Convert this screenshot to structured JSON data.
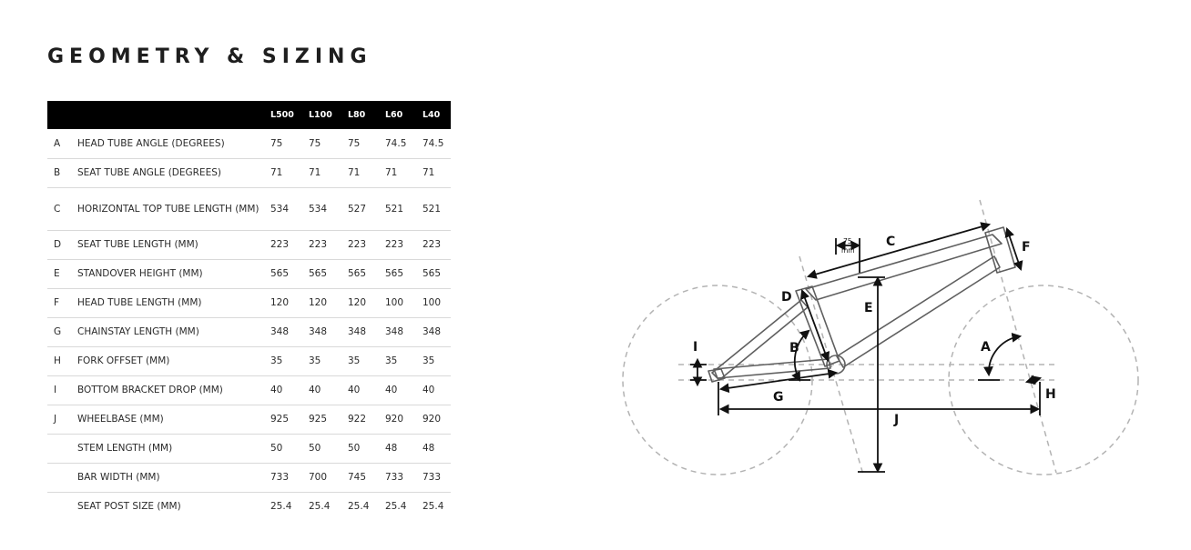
{
  "page": {
    "title": "GEOMETRY & SIZING"
  },
  "table": {
    "columns": [
      "L500",
      "L100",
      "L80",
      "L60",
      "L40"
    ],
    "rows": [
      {
        "letter": "A",
        "label": "HEAD TUBE ANGLE (DEGREES)",
        "values": [
          "75",
          "75",
          "75",
          "74.5",
          "74.5"
        ]
      },
      {
        "letter": "B",
        "label": "SEAT TUBE ANGLE (DEGREES)",
        "values": [
          "71",
          "71",
          "71",
          "71",
          "71"
        ]
      },
      {
        "letter": "C",
        "label": "HORIZONTAL TOP TUBE LENGTH (MM)",
        "values": [
          "534",
          "534",
          "527",
          "521",
          "521"
        ]
      },
      {
        "letter": "D",
        "label": "SEAT TUBE LENGTH (MM)",
        "values": [
          "223",
          "223",
          "223",
          "223",
          "223"
        ]
      },
      {
        "letter": "E",
        "label": "STANDOVER HEIGHT (MM)",
        "values": [
          "565",
          "565",
          "565",
          "565",
          "565"
        ]
      },
      {
        "letter": "F",
        "label": "HEAD TUBE LENGTH (MM)",
        "values": [
          "120",
          "120",
          "120",
          "100",
          "100"
        ]
      },
      {
        "letter": "G",
        "label": "CHAINSTAY LENGTH (MM)",
        "values": [
          "348",
          "348",
          "348",
          "348",
          "348"
        ]
      },
      {
        "letter": "H",
        "label": "FORK OFFSET (MM)",
        "values": [
          "35",
          "35",
          "35",
          "35",
          "35"
        ]
      },
      {
        "letter": "I",
        "label": "BOTTOM BRACKET DROP (MM)",
        "values": [
          "40",
          "40",
          "40",
          "40",
          "40"
        ]
      },
      {
        "letter": "J",
        "label": "WHEELBASE (MM)",
        "values": [
          "925",
          "925",
          "922",
          "920",
          "920"
        ]
      },
      {
        "letter": "",
        "label": "STEM LENGTH (MM)",
        "values": [
          "50",
          "50",
          "50",
          "48",
          "48"
        ]
      },
      {
        "letter": "",
        "label": "BAR WIDTH (MM)",
        "values": [
          "733",
          "700",
          "745",
          "733",
          "733"
        ]
      },
      {
        "letter": "",
        "label": "SEAT POST SIZE (MM)",
        "values": [
          "25.4",
          "25.4",
          "25.4",
          "25.4",
          "25.4"
        ]
      }
    ]
  },
  "diagram": {
    "labels": {
      "a": "A",
      "b": "B",
      "c": "C",
      "d": "D",
      "e": "E",
      "f": "F",
      "g": "G",
      "h": "H",
      "i": "I",
      "j": "J"
    },
    "offset_value": "75",
    "offset_unit": "mm",
    "colors": {
      "frame": "#5f5f5f",
      "dimension": "#111111",
      "guide": "#b3b3b3"
    }
  }
}
